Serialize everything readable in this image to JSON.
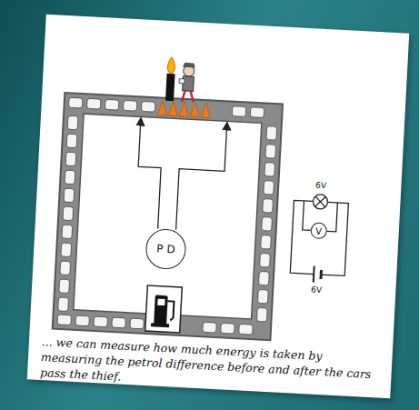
{
  "diagram": {
    "caption": "... we can measure how much energy is taken by measuring the petrol difference before and after the cars pass the thief.",
    "nodes": [
      {
        "text": [
          "P D"
        ]
      },
      {
        "text": [
          "V"
        ]
      }
    ],
    "labels": [
      "6V",
      "6V"
    ]
  }
}
